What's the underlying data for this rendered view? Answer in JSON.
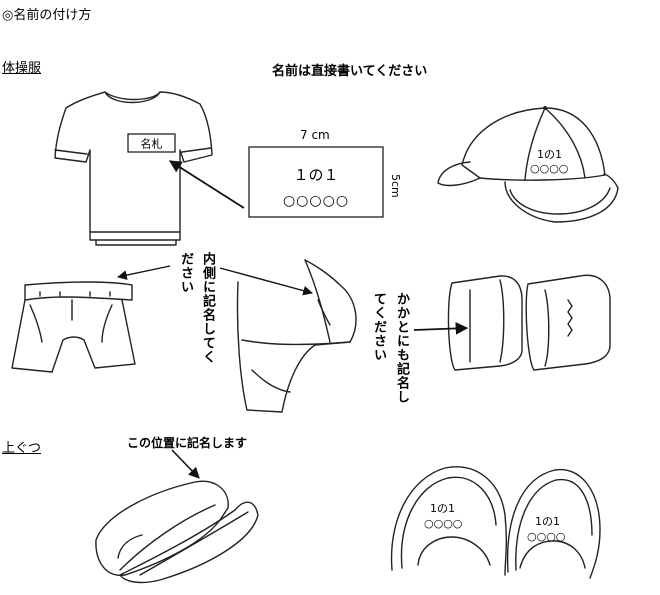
{
  "header": {
    "title": "◎名前の付け方",
    "section_gym": "体操服",
    "section_shoes": "上ぐつ"
  },
  "notes": {
    "direct_write": "名前は直接書いてください",
    "inside_label_1": "内側に記名してく",
    "inside_label_2": "ださい",
    "heel_label_1": "かかとにも記名し",
    "heel_label_2": "てください",
    "shoe_position": "この位置に記名します"
  },
  "name_tag": {
    "label": "名札"
  },
  "tag_box": {
    "width_label": "7 cm",
    "height_label": "5cm",
    "class_text": "１の１",
    "name_text": "○○○○○"
  },
  "hat": {
    "class_text": "1の1",
    "name_text": "○○○○"
  },
  "shoes": {
    "left_class": "1の1",
    "left_name": "○○○○",
    "right_class": "1の1",
    "right_name": "○○○○"
  }
}
